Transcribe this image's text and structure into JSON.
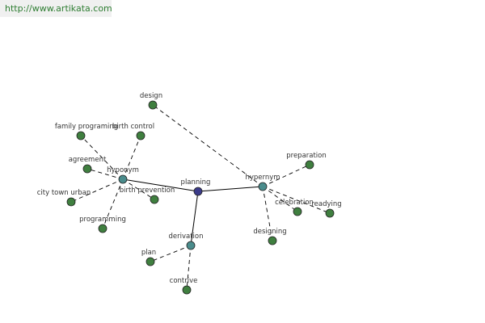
{
  "header": {
    "url": "http://www.artikata.com"
  },
  "graph": {
    "center": {
      "label": "planning",
      "color": "#3b3b8a"
    },
    "hubs": [
      {
        "id": "hyponym",
        "label": "hyponym",
        "color": "#4a8c8c"
      },
      {
        "id": "hypernym",
        "label": "hypernym",
        "color": "#4a8c8c"
      },
      {
        "id": "derivation",
        "label": "derivation",
        "color": "#4a8c8c"
      }
    ],
    "leaf_color": "#3f7f3f",
    "leaves": [
      {
        "label": "design",
        "hub": "hypernym"
      },
      {
        "label": "family programing",
        "hub": "hyponym"
      },
      {
        "label": "birth control",
        "hub": "hyponym"
      },
      {
        "label": "agreement",
        "hub": "hyponym"
      },
      {
        "label": "birth prevention",
        "hub": "hyponym"
      },
      {
        "label": "city town urban",
        "hub": "hyponym"
      },
      {
        "label": "programming",
        "hub": "hyponym"
      },
      {
        "label": "preparation",
        "hub": "hypernym"
      },
      {
        "label": "celebration",
        "hub": "hypernym"
      },
      {
        "label": "readying",
        "hub": "hypernym"
      },
      {
        "label": "designing",
        "hub": "hypernym"
      },
      {
        "label": "plan",
        "hub": "derivation"
      },
      {
        "label": "contrive",
        "hub": "derivation"
      }
    ]
  }
}
